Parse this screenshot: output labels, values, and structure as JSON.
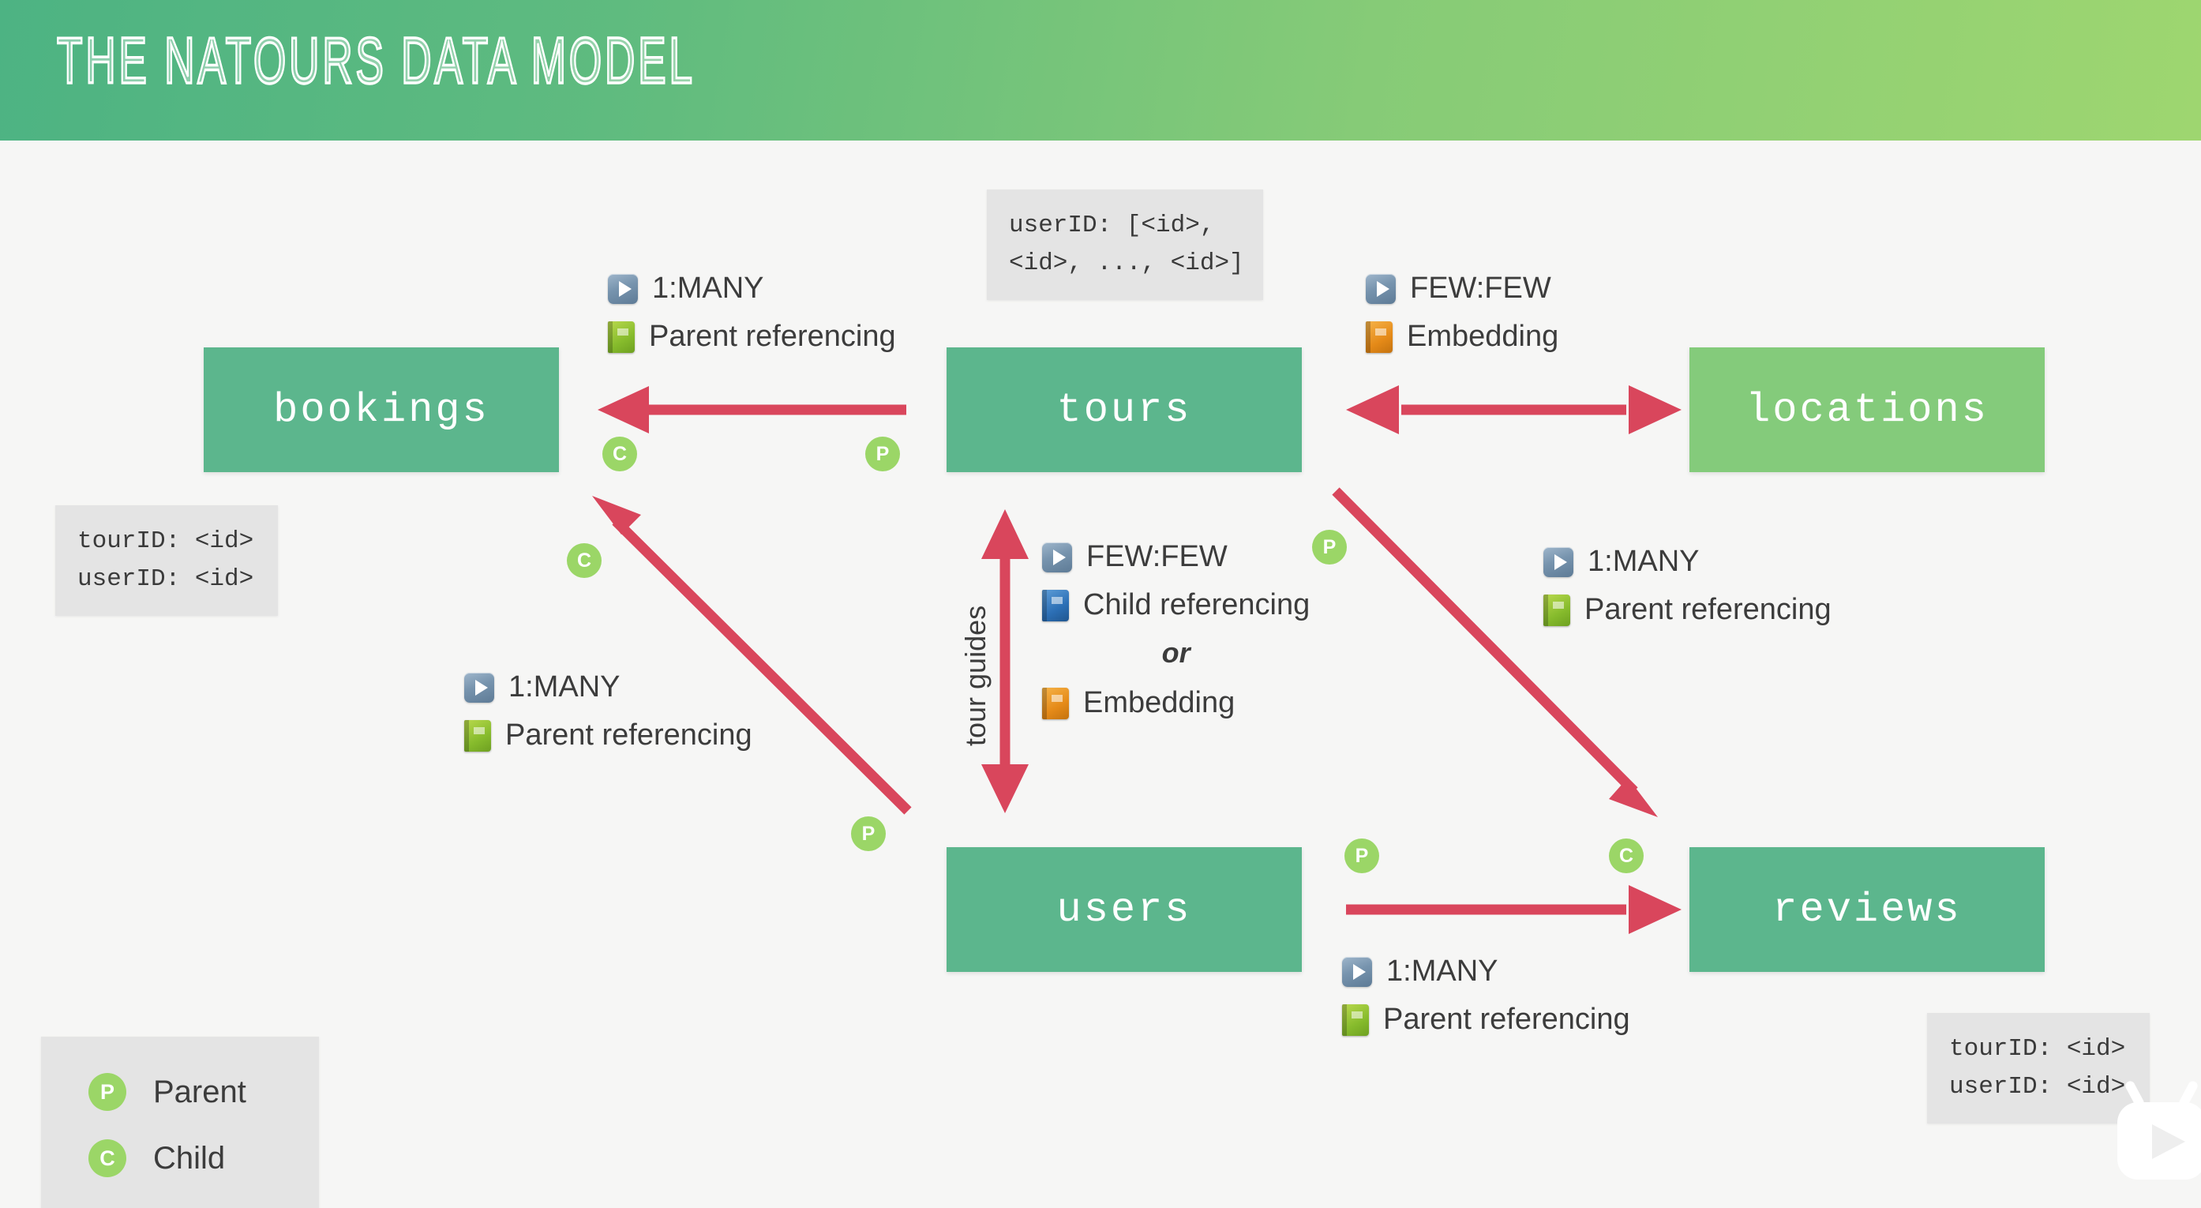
{
  "header": {
    "title": "THE NATOURS DATA MODEL",
    "gradient_from": "#4db383",
    "gradient_to": "#9ed670"
  },
  "canvas": {
    "background": "#f6f6f5"
  },
  "entities": [
    {
      "key": "bookings",
      "label": "bookings",
      "color": "#5cb68d"
    },
    {
      "key": "tours",
      "label": "tours",
      "color": "#5cb68d"
    },
    {
      "key": "locations",
      "label": "locations",
      "color": "#84cb7b"
    },
    {
      "key": "users",
      "label": "users",
      "color": "#5cb68d"
    },
    {
      "key": "reviews",
      "label": "reviews",
      "color": "#5cb68d"
    }
  ],
  "code_boxes": {
    "bookings_fields": "tourID: <id>\nuserID: <id>",
    "tours_guides": "userID: [<id>,\n<id>, ..., <id>]",
    "reviews_fields": "tourID: <id>\nuserID: <id>"
  },
  "annotations": {
    "tours_bookings": {
      "cardinality": "1:MANY",
      "strategy": "Parent referencing"
    },
    "tours_locations": {
      "cardinality": "FEW:FEW",
      "strategy": "Embedding"
    },
    "tours_users": {
      "vertical_label": "tour guides",
      "cardinality": "FEW:FEW",
      "strategy_a": "Child referencing",
      "conjunction": "or",
      "strategy_b": "Embedding"
    },
    "tours_reviews": {
      "cardinality": "1:MANY",
      "strategy": "Parent referencing"
    },
    "users_bookings": {
      "cardinality": "1:MANY",
      "strategy": "Parent referencing"
    },
    "users_reviews": {
      "cardinality": "1:MANY",
      "strategy": "Parent referencing"
    }
  },
  "badges": {
    "parent": "P",
    "child": "C",
    "color": "#9bd667"
  },
  "legend": {
    "items": [
      {
        "badge": "P",
        "label": "Parent"
      },
      {
        "badge": "C",
        "label": "Child"
      }
    ]
  },
  "arrow_color": "#d9465c"
}
